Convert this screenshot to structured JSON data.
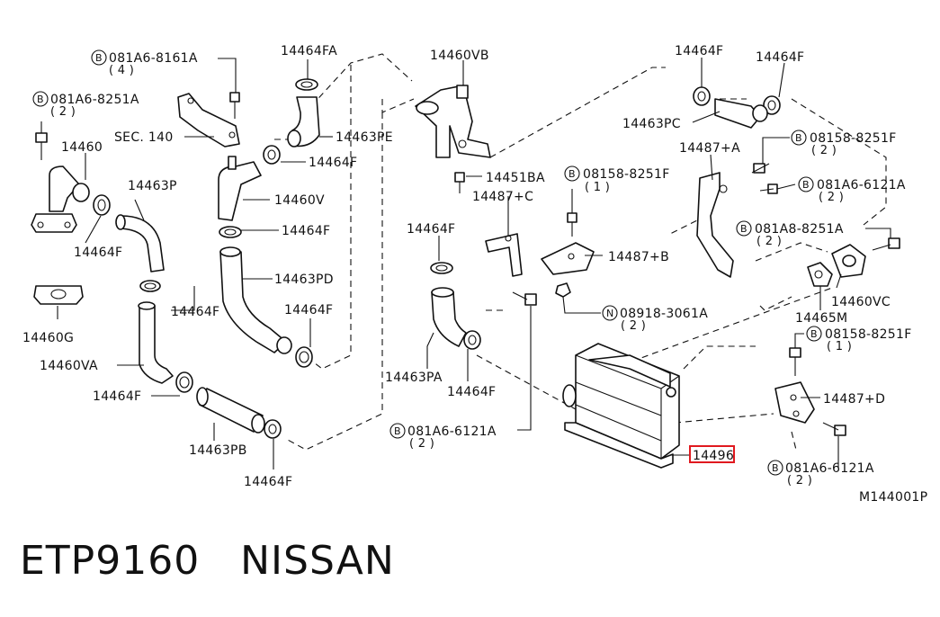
{
  "diagram": {
    "labels": {
      "l_081A6_8161A": "081A6-8161A",
      "l_081A6_8161A_q": "( 4 )",
      "l_081A6_8251A": "081A6-8251A",
      "l_081A6_8251A_q": "( 2 )",
      "l_sec140": "SEC. 140",
      "l_14460": "14460",
      "l_14464F_a": "14464F",
      "l_14460G": "14460G",
      "l_14463P": "14463P",
      "l_14464F_b": "14464F",
      "l_14460VA": "14460VA",
      "l_14464F_c": "14464F",
      "l_14464FA": "14464FA",
      "l_14463PE": "14463PE",
      "l_14464F_d": "14464F",
      "l_14460V": "14460V",
      "l_14464F_e": "14464F",
      "l_14463PD": "14463PD",
      "l_14464F_f": "14464F",
      "l_14463PB": "14463PB",
      "l_14464F_g": "14464F",
      "l_14460VB": "14460VB",
      "l_14451BA": "14451BA",
      "l_14487C": "14487+C",
      "l_14464F_h": "14464F",
      "l_14463PA": "14463PA",
      "l_14464F_i": "14464F",
      "l_081A6_6121A_a": "081A6-6121A",
      "l_081A6_6121A_a_q": "( 2 )",
      "l_08158_8251F_a": "08158-8251F",
      "l_08158_8251F_a_q": "( 1 )",
      "l_14487B": "14487+B",
      "l_08918_3061A": "08918-3061A",
      "l_08918_3061A_q": "( 2 )",
      "l_14464F_j": "14464F",
      "l_14464F_k": "14464F",
      "l_14463PC": "14463PC",
      "l_14487A": "14487+A",
      "l_08158_8251F_b": "08158-8251F",
      "l_08158_8251F_b_q": "( 2 )",
      "l_081A6_6121A_b": "081A6-6121A",
      "l_081A6_6121A_b_q": "( 2 )",
      "l_081A8_8251A": "081A8-8251A",
      "l_081A8_8251A_q": "( 2 )",
      "l_14460VC": "14460VC",
      "l_14465M": "14465M",
      "l_08158_8251F_c": "08158-8251F",
      "l_08158_8251F_c_q": "( 1 )",
      "l_14487D": "14487+D",
      "l_14496": "14496",
      "l_081A6_6121A_c": "081A6-6121A",
      "l_081A6_6121A_c_q": "( 2 )",
      "l_code": "M144001P"
    },
    "badges": {
      "bolt": "B",
      "nut": "N"
    }
  },
  "footer": {
    "title": "ETP9160   NISSAN"
  },
  "colors": {
    "highlight": "#e0191f",
    "ink": "#111111"
  }
}
